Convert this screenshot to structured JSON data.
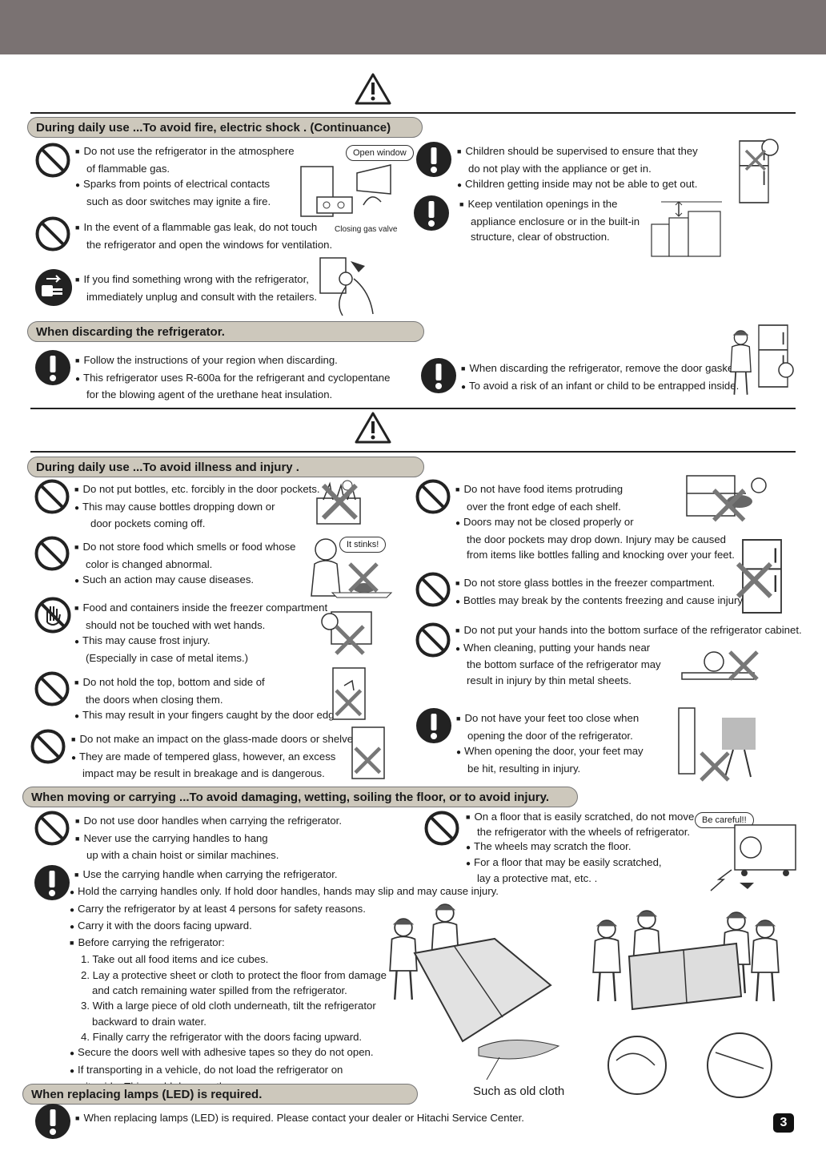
{
  "sections": {
    "fire": "During daily use ...To avoid fire, electric shock . (Continuance)",
    "discard": "When discarding the refrigerator.",
    "injury": "During daily use ...To avoid  illness and injury .",
    "moving": "When moving or carrying ...To avoid damaging, wetting, soiling the floor, or to avoid injury.",
    "lamps": "When replacing lamps (LED) is required."
  },
  "fire": {
    "a": [
      "Do not use the refrigerator in the atmosphere",
      "of flammable gas.",
      "Sparks from points of electrical contacts",
      "such as door switches may ignite a fire."
    ],
    "a_bubble": "Open window",
    "b": [
      "In the event of a flammable gas leak, do not touch",
      "the refrigerator and open the windows for ventilation."
    ],
    "b_caption": "Closing gas valve",
    "c": [
      "If you find something wrong with the refrigerator,",
      "immediately unplug and consult with the retailers."
    ],
    "d": [
      "Children should be supervised to ensure that they",
      "do not play with the appliance or get in.",
      "Children getting inside may not be able to get out."
    ],
    "e": [
      "Keep ventilation openings in the",
      "appliance enclosure or in the built-in",
      "structure, clear of obstruction."
    ]
  },
  "discard": {
    "a": [
      "Follow the instructions of your region when discarding.",
      "This refrigerator uses R-600a for the refrigerant and cyclopentane",
      "for the blowing agent of the urethane heat insulation."
    ],
    "b": [
      "When discarding the refrigerator, remove the door gaskets.",
      "To avoid a risk of an infant or child to be entrapped inside."
    ]
  },
  "injury": {
    "a": [
      "Do not put bottles, etc. forcibly in the door pockets.",
      "This may cause bottles dropping down or",
      "door pockets coming off."
    ],
    "b": [
      "Do not store food which smells or food whose",
      "color is changed abnormal.",
      "Such an action may cause diseases."
    ],
    "b_bubble": "It stinks!",
    "c": [
      "Food and containers inside the freezer compartment",
      "should not be touched with wet hands.",
      "This may cause frost injury.",
      "(Especially in case of metal items.)"
    ],
    "d": [
      "Do not hold the top, bottom and side of",
      "the doors when closing them.",
      "This may result in your fingers caught by the door edge."
    ],
    "e": [
      "Do not make an impact on the glass-made doors or shelves.",
      "They are made of tempered glass, however, an excess",
      "impact may be result in breakage and is dangerous."
    ],
    "f": [
      "Do not have food items protruding",
      "over the front edge of each shelf.",
      "Doors may not be closed properly or",
      "the door pockets may drop down. Injury may be caused",
      "from items like bottles falling and knocking over your feet."
    ],
    "g": [
      "Do not store glass bottles in the freezer compartment.",
      "Bottles may break by the contents freezing and cause injury."
    ],
    "h": [
      "Do not put your hands into the bottom surface of the refrigerator cabinet.",
      "When cleaning, putting your hands near",
      "the bottom surface of the refrigerator may",
      "result in injury by thin metal sheets."
    ],
    "i": [
      "Do not have your feet too close when",
      "opening the door of the refrigerator.",
      "When opening the door, your feet may",
      "be hit, resulting in injury."
    ]
  },
  "moving": {
    "a": [
      "Do not use door handles when carrying the refrigerator.",
      "Never use the carrying handles to hang",
      "up with a chain hoist or similar machines."
    ],
    "b": [
      "On a floor that is easily scratched, do not move",
      "the refrigerator with the wheels of refrigerator.",
      "The wheels may scratch the floor.",
      "For a floor that may be easily scratched,",
      "lay a protective mat, etc. ."
    ],
    "b_bubble": "Be careful!!",
    "c": [
      "Use the carrying handle when carrying the refrigerator.",
      "Hold the carrying handles only. If hold door handles, hands may slip and may cause injury.",
      "Carry the refrigerator by at least 4 persons for safety reasons.",
      "Carry it with the doors facing upward.",
      "Before carrying the refrigerator:",
      "1. Take out all food items and ice cubes.",
      "2. Lay a protective sheet or cloth to protect the floor from damage",
      "and catch remaining water spilled from the refrigerator.",
      "3. With a large piece of old cloth underneath, tilt the refrigerator",
      "backward to drain water.",
      "4. Finally carry the refrigerator with the doors facing upward.",
      "Secure the doors well with adhesive tapes so they do not open.",
      "If transporting in a vehicle, do not load the refrigerator on",
      "its side. This could damage the compressor."
    ],
    "caption": "Such as old cloth"
  },
  "lamps": {
    "a": "When replacing lamps (LED) is required. Please contact your dealer or Hitachi Service Center."
  },
  "page_number": "3"
}
